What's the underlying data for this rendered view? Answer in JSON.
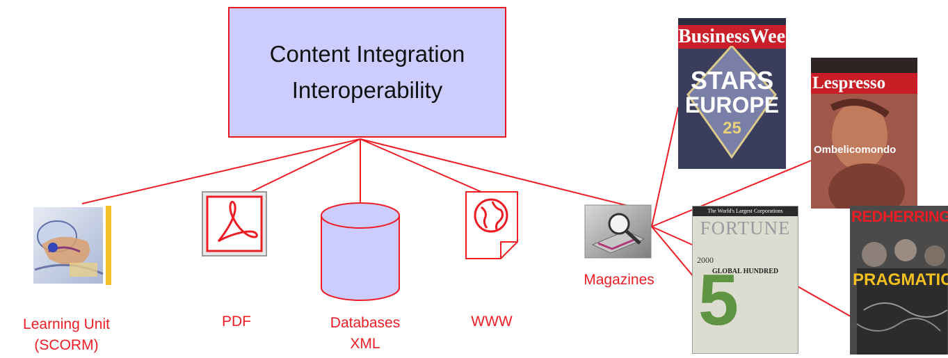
{
  "hub": {
    "line1": "Content Integration",
    "line2": "Interoperability"
  },
  "sources": {
    "learning_unit": {
      "line1": "Learning Unit",
      "line2": "(SCORM)",
      "icon": "learning-unit-icon"
    },
    "pdf": {
      "label": "PDF",
      "icon": "pdf-icon"
    },
    "databases": {
      "line1": "Databases",
      "line2": "XML",
      "icon": "database-cylinder-icon"
    },
    "www": {
      "label": "WWW",
      "icon": "web-page-globe-icon"
    },
    "magazines": {
      "label": "Magazines",
      "icon": "magazine-search-icon"
    }
  },
  "magazine_covers": {
    "businessweek": {
      "masthead": "BusinessWeek",
      "headline1": "STARS",
      "headline2": "EUROPE",
      "number": "25"
    },
    "lespresso": {
      "masthead": "Lespresso",
      "headline": "Ombelicomondo"
    },
    "fortune": {
      "tagline": "The World's Largest Corporations",
      "masthead": "FORTUNE",
      "year": "2000",
      "headline": "GLOBAL HUNDRED",
      "numeral": "5"
    },
    "redherring": {
      "masthead": "REDHERRING",
      "headline": "PRAGMATICS"
    }
  },
  "colors": {
    "accent": "#ee1c24",
    "hub_fill": "#ccccff",
    "database_fill": "#ccccff"
  }
}
